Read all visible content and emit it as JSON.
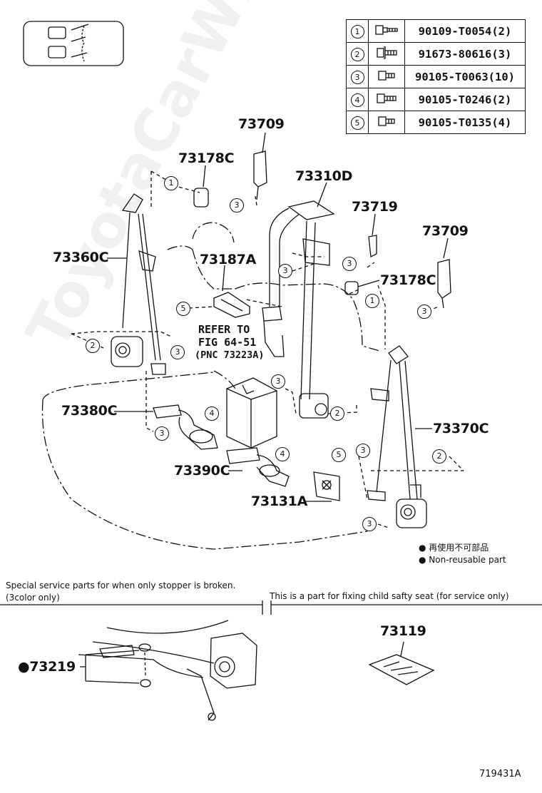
{
  "fastener_table": [
    {
      "ref": "1",
      "part_no": "90109-T0054(2)",
      "icon": "bolt-with-collar-icon"
    },
    {
      "ref": "2",
      "part_no": "91673-80616(3)",
      "icon": "flange-bolt-icon"
    },
    {
      "ref": "3",
      "part_no": "90105-T0063(10)",
      "icon": "hex-bolt-icon"
    },
    {
      "ref": "4",
      "part_no": "90105-T0246(2)",
      "icon": "long-bolt-icon"
    },
    {
      "ref": "5",
      "part_no": "90105-T0135(4)",
      "icon": "hex-bolt-icon"
    }
  ],
  "part_labels": {
    "p73709a": "73709",
    "p73178c_a": "73178C",
    "p73310d": "73310D",
    "p73719": "73719",
    "p73709b": "73709",
    "p73360c": "73360C",
    "p73187a": "73187A",
    "p73178c_b": "73178C",
    "p73380c": "73380C",
    "p73370c": "73370C",
    "p73390c": "73390C",
    "p73131a": "73131A",
    "p73219": "●73219",
    "p73119": "73119"
  },
  "refer_note": [
    "REFER TO",
    "FIG 64-51",
    "(PNC 73223A)"
  ],
  "legend_notes": {
    "jp": "● 再使用不可部品",
    "en": "● Non-reusable part"
  },
  "bottom_notes": {
    "left_title": "Special service parts for when only stopper is broken.",
    "left_sub": "(3color only)",
    "right_title": "This is a part for fixing child safty seat (for service only)"
  },
  "figure_id": "719431A",
  "watermark": "ToyotaCarWire.ru",
  "callouts": {
    "c1a": "1",
    "c1b": "1",
    "c2a": "2",
    "c2b": "2",
    "c2c": "2",
    "c3a": "3",
    "c3b": "3",
    "c3c": "3",
    "c3d": "3",
    "c3e": "3",
    "c3f": "3",
    "c3g": "3",
    "c3h": "3",
    "c4a": "4",
    "c4b": "4",
    "c5a": "5",
    "c5b": "5"
  }
}
